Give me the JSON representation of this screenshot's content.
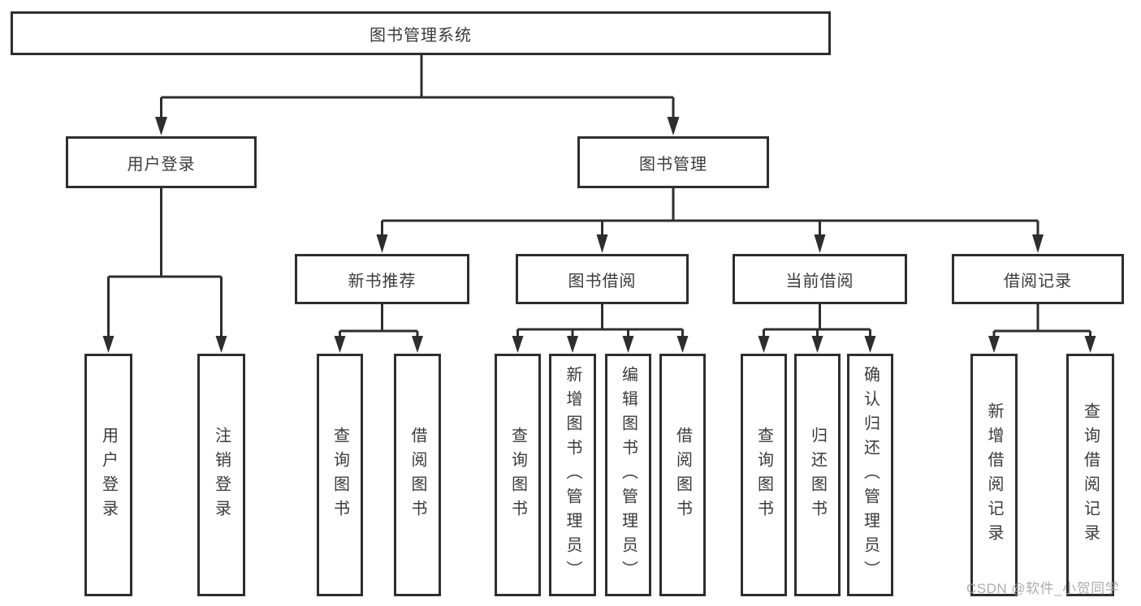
{
  "diagram": {
    "type": "hierarchy-tree",
    "title": "图书管理系统"
  },
  "colors": {
    "line": "#2e2e2e",
    "border": "#2e2e2e",
    "text": "#3a3a3a",
    "background": "#ffffff",
    "watermark": "#a5a5a5"
  },
  "tree": {
    "root": {
      "label": "图书管理系统"
    },
    "branches": [
      {
        "label": "用户登录",
        "children": [
          {
            "label": "用户登录"
          },
          {
            "label": "注销登录"
          }
        ]
      },
      {
        "label": "图书管理",
        "children": [
          {
            "label": "新书推荐",
            "children": [
              {
                "label": "查询图书"
              },
              {
                "label": "借阅图书"
              }
            ]
          },
          {
            "label": "图书借阅",
            "children": [
              {
                "label": "查询图书"
              },
              {
                "label": "新增图书（管理员）"
              },
              {
                "label": "编辑图书（管理员）"
              },
              {
                "label": "借阅图书"
              }
            ]
          },
          {
            "label": "当前借阅",
            "children": [
              {
                "label": "查询图书"
              },
              {
                "label": "归还图书"
              },
              {
                "label": "确认归还（管理员）"
              }
            ]
          },
          {
            "label": "借阅记录",
            "children": [
              {
                "label": "新增借阅记录"
              },
              {
                "label": "查询借阅记录"
              }
            ]
          }
        ]
      }
    ]
  },
  "watermark": {
    "text": "CSDN @软件_小贺同学"
  }
}
